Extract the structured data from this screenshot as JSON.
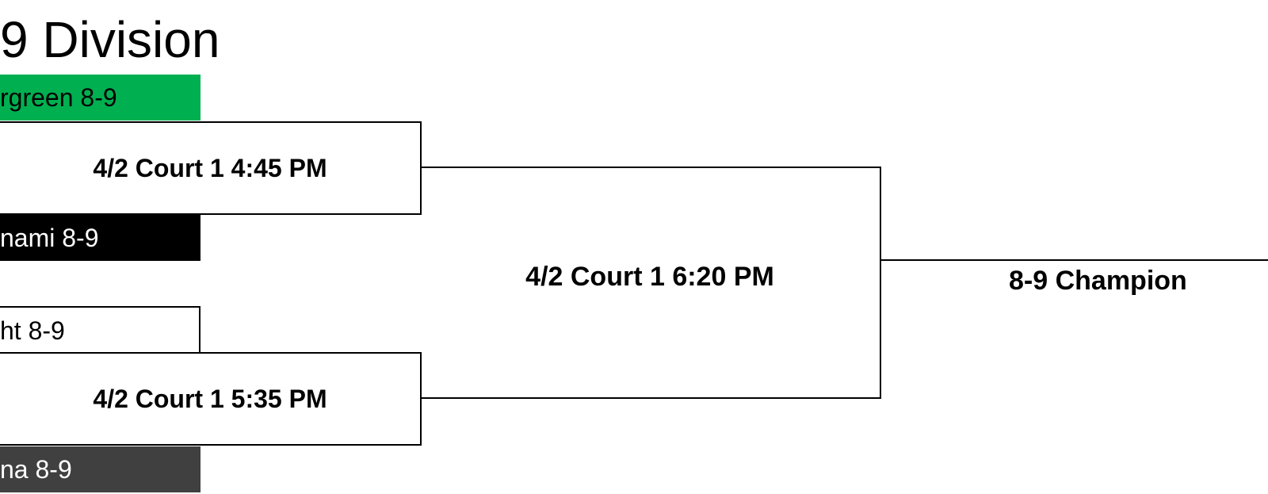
{
  "title": "9 Division",
  "teams": {
    "top1": "rgreen 8-9",
    "top2": "nami 8-9",
    "bottom1": "ht 8-9",
    "bottom2": "na 8-9"
  },
  "games": {
    "semifinal_1": "4/2 Court 1 4:45 PM",
    "semifinal_2": "4/2 Court 1 5:35 PM",
    "final": "4/2 Court 1 6:20 PM"
  },
  "champion_label": "8-9 Champion",
  "colors": {
    "team_green": "#00b050",
    "team_black": "#000000",
    "team_white": "#ffffff",
    "team_gray": "#404040"
  }
}
